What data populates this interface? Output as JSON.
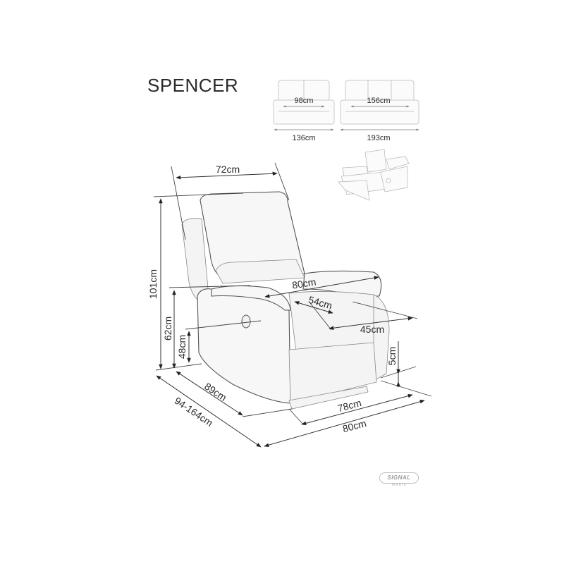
{
  "product": {
    "name": "SPENCER",
    "brand": "SIGNAL",
    "brand_sub": "meble"
  },
  "thumbnails": {
    "two_seater": {
      "inner_width": "98cm",
      "outer_width": "136cm"
    },
    "three_seater": {
      "inner_width": "156cm",
      "outer_width": "193cm"
    },
    "reclined_view": "reclined-armchair-preview"
  },
  "armchair": {
    "dimensions": {
      "backrest_width": "72cm",
      "total_height": "101cm",
      "armrest_height": "62cm",
      "seat_height": "48cm",
      "total_width": "80cm",
      "seat_width": "54cm",
      "seat_depth": "45cm",
      "leg_height": "5cm",
      "depth": "89cm",
      "depth_reclined": "94-164cm",
      "base_width": "78cm",
      "bottom_width": "80cm"
    }
  }
}
